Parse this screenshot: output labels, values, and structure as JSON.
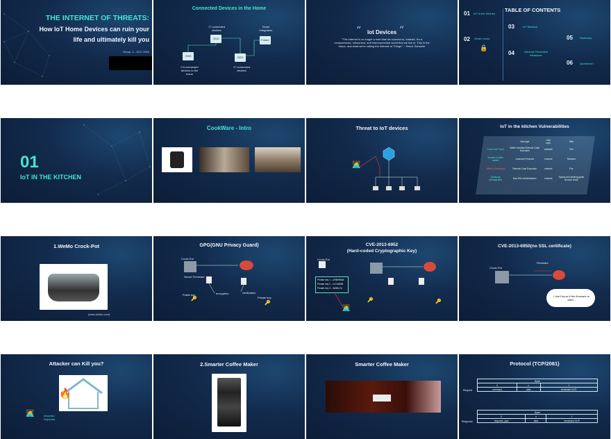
{
  "slides": {
    "s1": {
      "title_line1": "THE INTERNET OF THREATS:",
      "title_line2": "How IoT Home Devices can ruin your",
      "title_line3": "life and ultimately kill you",
      "group": "Group. 1 - GCC 2022"
    },
    "s2": {
      "title": "Connected Devices in the Home",
      "y2003": "2003",
      "y2010": "2010",
      "y2020": "2020",
      "future": "Future",
      "label_a": "17 connected devices",
      "label_b": "0.5 connected devices to the home",
      "label_c": "Home integration",
      "label_d": "27 connected devices"
    },
    "s3": {
      "title": "Iot Devices",
      "quote": "\"The internet is no longer a web that we connect to. Instead, it's a computerized, networked, and interconnected world that we live in. This is the future, and what we're calling the Internet of Things.\" ~ Bruce Schneier"
    },
    "s4": {
      "title": "TABLE OF CONTENTS",
      "n01": "01",
      "i01": "IoT in the Kitchen",
      "n02": "02",
      "i02": "Smart Locks",
      "n03": "03",
      "i03": "IoT Medical",
      "n04": "04",
      "i04": "General Preventive Measures",
      "n05": "05",
      "i05": "Summary",
      "n06": "06",
      "i06": "Questions?"
    },
    "s5": {
      "number": "01",
      "title": "IoT IN THE KITCHEN"
    },
    "s6": {
      "title": "CookWare - Intro"
    },
    "s7": {
      "title": "Threat  to IoT devices"
    },
    "s8": {
      "title": "IoT in the kitchen Vulnerabilities",
      "headers": [
        "Vuln type",
        "Vuln layer",
        "Risk"
      ],
      "rows": [
        {
          "device": "Cosori (Air Fryer)",
          "type": "Buffer Overflow Remote Code Execution",
          "layer": "software",
          "risk": "Fire"
        },
        {
          "device": "Smarter (Coffee maker)",
          "type": "Unsecure Protocol",
          "layer": "network",
          "risk": "Ransom"
        },
        {
          "device": "WeMo (Crock-pot)",
          "type": "Remote Code Execution",
          "layer": "network",
          "risk": "Fire"
        },
        {
          "device": "Samsung (Refrigerator)",
          "type": "Bad SSL authentication",
          "layer": "network",
          "risk": "Spying and stealing gmail account creds"
        }
      ]
    },
    "s9": {
      "title": "1.WeMo Crock-Pot",
      "credit": "(www.belkin.com)"
    },
    "s10": {
      "title": "GPG(GNU Privacy Guard)",
      "l1": "Crock-Pot",
      "l2": "Server Firmware",
      "l3": "encryption",
      "l4": "verification",
      "l5": "Public key",
      "l6": "Private key"
    },
    "s11": {
      "title_line1": "CVE-2013-6952",
      "title_line2": "(Hard-coded Cryptographic Key)",
      "keys": [
        "Private key 1 - a7f8e9f0ab",
        "Private key 2 - 1c71af09b",
        "Private key 3 - 3ef49c7d"
      ],
      "l1": "Crock-Pot"
    },
    "s12": {
      "title": "CVE-2013-6950(no SSL certificate)",
      "bubble": "I don't know if the firmware is valid...",
      "l1": "Firmware",
      "l2": "Crock-Pot"
    },
    "s13": {
      "title": "Attacker can Kill you?",
      "label": "Arsonist / Inspector"
    },
    "s14": {
      "title": "2.Smarter Coffee Maker"
    },
    "s15": {
      "title": "Smarter Coffee Maker"
    },
    "s16": {
      "title": "Protocol (TCP/2081)",
      "request": "Request",
      "response": "Response",
      "bytes": "Bytes",
      "req_cols": [
        "0",
        "n",
        "1"
      ],
      "req_vals": [
        "command",
        "data",
        "terminator 0x7E"
      ],
      "res_cols": [
        "0",
        "n",
        "1"
      ],
      "res_vals": [
        "response_type",
        "data",
        "terminator 0x7E"
      ]
    }
  },
  "colors": {
    "accent": "#45e6d0",
    "bg_dark": "#0c1d36",
    "bg_light": "#1d4770"
  }
}
